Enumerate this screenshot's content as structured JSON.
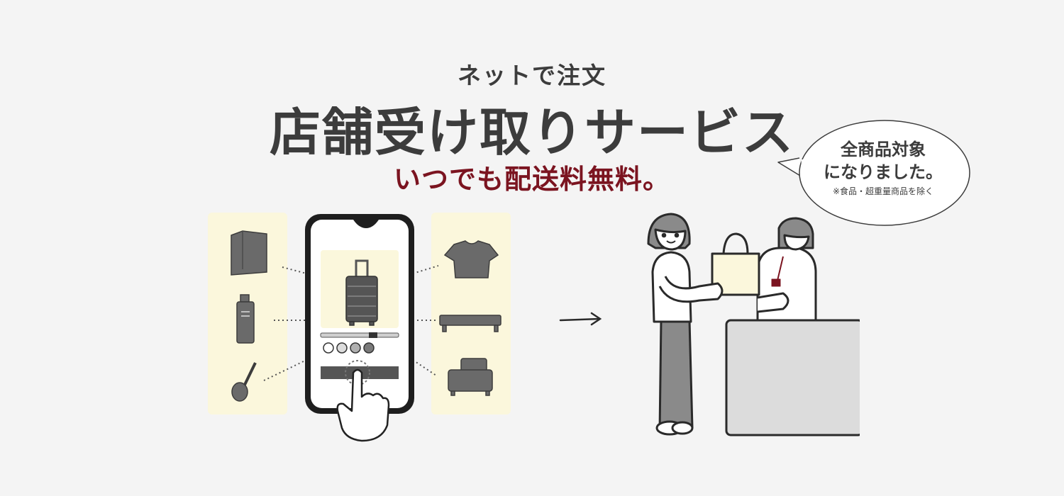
{
  "banner": {
    "kicker": "ネットで注文",
    "headline": "店舗受け取りサービス",
    "tagline": "いつでも配送料無料。",
    "bubble": {
      "line1": "全商品対象",
      "line2": "になりました。",
      "note": "※食品・超重量商品を除く"
    }
  },
  "colors": {
    "text": "#3c3c3c",
    "accent": "#7b1420",
    "panel": "#fbf7dc",
    "item": "#6a6a6a"
  }
}
